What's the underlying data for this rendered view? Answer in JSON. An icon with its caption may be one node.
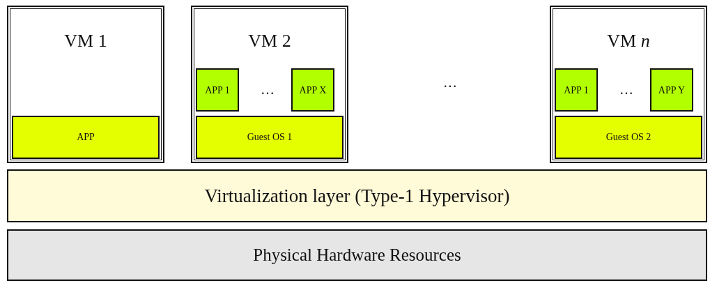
{
  "diagram": {
    "nodes": [
      {
        "text": [
          "VM 1"
        ]
      },
      {
        "text": [
          "APP"
        ],
        "in": 0
      },
      {
        "text": [
          "VM 2"
        ]
      },
      {
        "text": [
          "APP 1"
        ],
        "in": 2
      },
      {
        "text": [
          "APP X"
        ],
        "in": 2
      },
      {
        "text": [
          "Guest OS 1"
        ],
        "in": 2
      },
      {
        "text": [
          "VM *n*"
        ]
      },
      {
        "text": [
          "APP 1"
        ],
        "in": 6
      },
      {
        "text": [
          "APP Y"
        ],
        "in": 6
      },
      {
        "text": [
          "Guest OS 2"
        ],
        "in": 6
      },
      {
        "text": [
          "Virtualization layer (Type-1 Hypervisor)"
        ]
      },
      {
        "text": [
          "Physical Hardware Resources"
        ]
      }
    ],
    "edges": [],
    "labels": [
      "…",
      "…",
      "…"
    ]
  }
}
